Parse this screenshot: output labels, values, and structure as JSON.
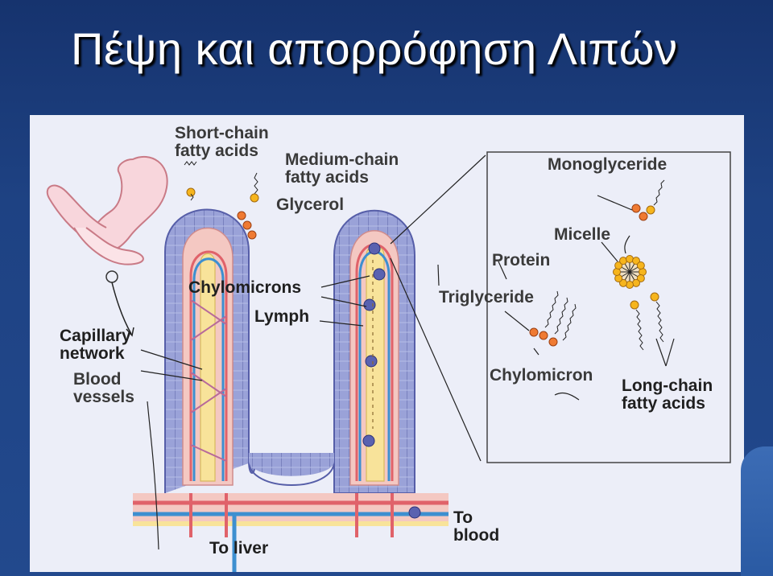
{
  "slide": {
    "title": "Πέψη και απορρόφηση Λιπών"
  },
  "diagram": {
    "labels": {
      "short_chain": [
        "Short-chain",
        "fatty acids"
      ],
      "medium_chain": [
        "Medium-chain",
        "fatty acids"
      ],
      "glycerol": "Glycerol",
      "chylomicrons": "Chylomicrons",
      "lymph": "Lymph",
      "capillary_network": [
        "Capillary",
        "network"
      ],
      "blood_vessels": [
        "Blood",
        "vessels"
      ],
      "to_liver": "To liver",
      "to_blood": [
        "To",
        "blood"
      ],
      "monoglyceride": "Monoglyceride",
      "micelle": "Micelle",
      "protein": "Protein",
      "triglyceride": "Triglyceride",
      "chylomicron": "Chylomicron",
      "long_chain": [
        "Long-chain",
        "fatty acids"
      ]
    }
  },
  "colors": {
    "background": "#1e4283",
    "panel": "#eceef8",
    "epithelium": "#9aa2d8",
    "lamina": "#f4c8c2",
    "lymph": "#f8e39a",
    "blood_red": "#e0626a",
    "blood_blue": "#3d8fd0",
    "molecule_orange": "#ef7a32",
    "molecule_yellow": "#f6b51d"
  }
}
